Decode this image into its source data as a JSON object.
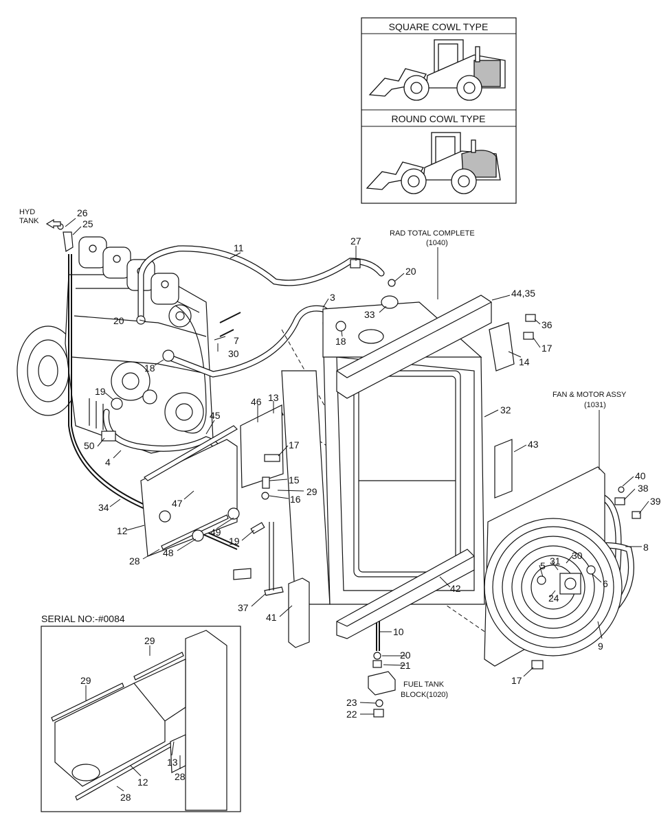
{
  "cowl_box": {
    "square_title": "SQUARE COWL TYPE",
    "round_title": "ROUND COWL TYPE"
  },
  "notes": {
    "hyd_tank": "HYD",
    "hyd_tank_2": "TANK",
    "rad_total": "RAD TOTAL COMPLETE",
    "rad_total_code": "(1040)",
    "fan_motor": "FAN & MOTOR ASSY",
    "fan_motor_code": "(1031)",
    "fuel_tank": "FUEL TANK",
    "fuel_tank_2": "BLOCK(1020)",
    "serial": "SERIAL NO:-#0084"
  },
  "callouts": [
    "26",
    "25",
    "11",
    "27",
    "20",
    "3",
    "44,35",
    "20",
    "33",
    "36",
    "7",
    "18",
    "17",
    "30",
    "14",
    "18",
    "19",
    "46",
    "13",
    "32",
    "45",
    "50",
    "17",
    "43",
    "4",
    "15",
    "29",
    "47",
    "16",
    "40",
    "38",
    "39",
    "34",
    "12",
    "49",
    "19",
    "8",
    "28",
    "48",
    "30",
    "31",
    "5",
    "6",
    "24",
    "42",
    "37",
    "41",
    "10",
    "9",
    "20",
    "21",
    "17",
    "23",
    "22",
    "29",
    "29",
    "13",
    "28",
    "12",
    "28"
  ]
}
